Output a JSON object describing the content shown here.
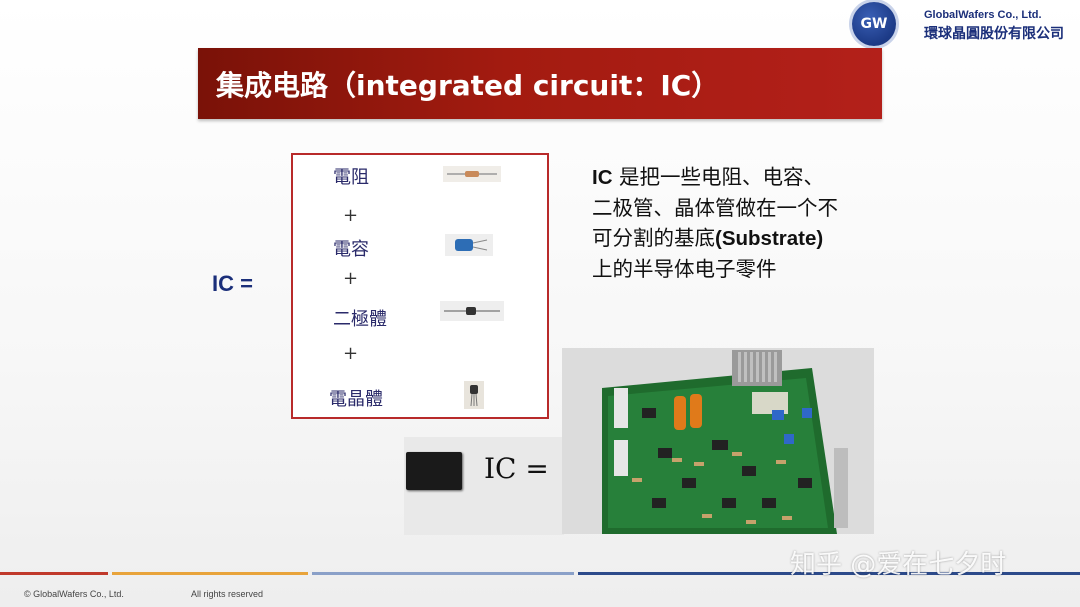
{
  "logo": {
    "mark": "GW",
    "company_en": "GlobalWafers Co., Ltd.",
    "company_cn": "環球晶圓股份有限公司"
  },
  "title": "集成电路（integrated circuit：IC）",
  "ic_equals_label": "IC =",
  "components": [
    {
      "label": "電阻",
      "icon": "resistor-icon"
    },
    {
      "label": "+"
    },
    {
      "label": "電容",
      "icon": "capacitor-icon"
    },
    {
      "label": "+"
    },
    {
      "label": "二極體",
      "icon": "diode-icon"
    },
    {
      "label": "+"
    },
    {
      "label": "電晶體",
      "icon": "transistor-icon"
    }
  ],
  "description": {
    "lead": "IC",
    "part1": " 是把一些电阻、电容、二极管、晶体管做在一个不可分割的基底",
    "substrate": "(Substrate)",
    "part2": "上的半导体电子零件"
  },
  "photo_caption": "IC =",
  "footer": {
    "copyright": "© GlobalWafers Co., Ltd.",
    "rights": "All rights reserved"
  },
  "watermark": "知乎 @爱在七夕时",
  "colors": {
    "title_bar": "#a31b10",
    "brand_blue": "#1b2f7a",
    "box_border": "#b82a2a"
  }
}
